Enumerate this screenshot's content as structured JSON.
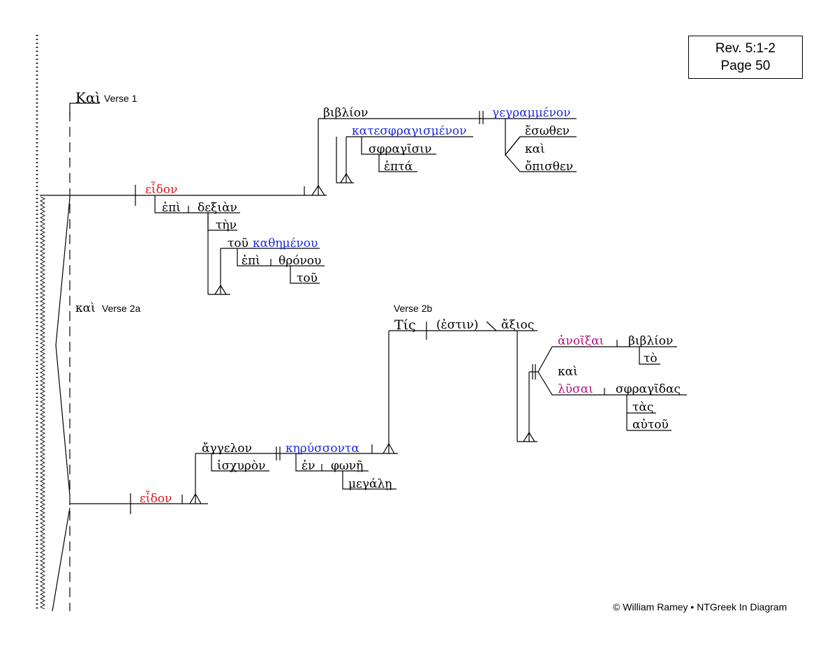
{
  "reference": {
    "line1": "Rev. 5:1-2",
    "line2": "Page 50"
  },
  "copyright": "© William Ramey • NTGreek In Diagram",
  "colors": {
    "finite_verb": "#e0161e",
    "participle": "#1c2bd6",
    "infinitive": "#b0137a",
    "line": "#000000"
  },
  "verse1": {
    "label": "Verse 1",
    "kai": "Καὶ",
    "verb": "εἶδον",
    "prep1": "ἐπὶ",
    "obj1": "δεξιὰν",
    "art1": "τὴν",
    "art2": "τοῦ",
    "ptc1": "καθημένου",
    "prep2": "ἐπὶ",
    "obj2": "θρόνου",
    "art3": "τοῦ",
    "dobj": "βιβλίον",
    "ptc2": "γεγραμμένον",
    "adv1": "ἔσωθεν",
    "kai2": "καὶ",
    "adv2": "ὄπισθεν",
    "ptc3": "κατεσφραγισμένον",
    "dat1": "σφραγῖσιν",
    "num1": "ἑπτά"
  },
  "verse2a": {
    "label": "Verse 2a",
    "kai": "καὶ",
    "verb": "εἶδον",
    "dobj": "ἄγγελον",
    "adj": "ἰσχυρὸν",
    "ptc": "κηρύσσοντα",
    "prep": "ἐν",
    "noun": "φωνῇ",
    "adj2": "μεγάλῃ"
  },
  "verse2b": {
    "label": "Verse 2b",
    "subj": "Τίς",
    "verb": "(ἐστιν)",
    "pred": "ἄξιος",
    "inf1": "ἀνοῖξαι",
    "obj1": "βιβλίον",
    "art1": "τὸ",
    "kai": "καὶ",
    "inf2": "λῦσαι",
    "obj2": "σφραγῖδας",
    "art2": "τὰς",
    "pron": "αὐτοῦ"
  }
}
